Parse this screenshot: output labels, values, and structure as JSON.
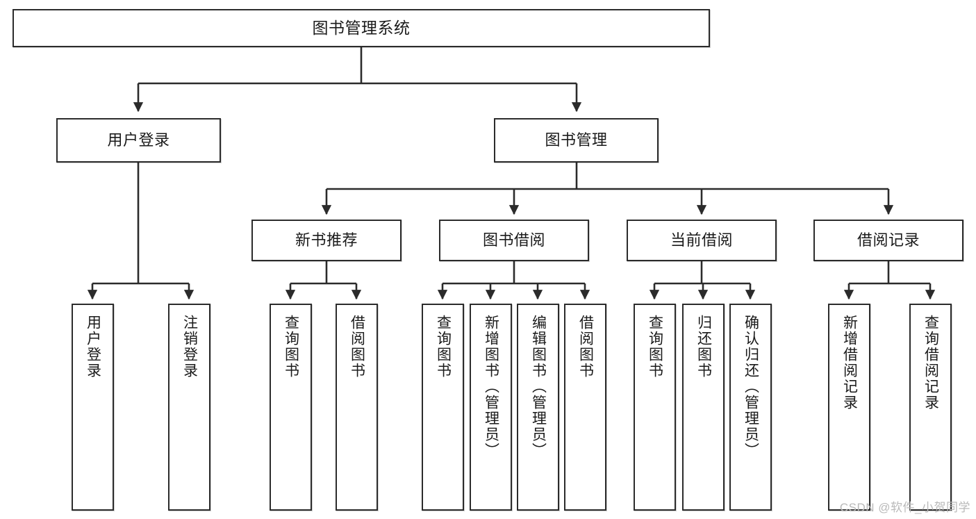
{
  "diagram": {
    "type": "tree-hierarchy",
    "title": "图书管理系统",
    "watermark": "CSDN @软件_小贺同学",
    "colors": {
      "border": "#2b2b2b",
      "background": "#ffffff",
      "text": "#1a1a1a",
      "edge": "#2b2b2b",
      "watermark": "#b9b9b9"
    },
    "levels": {
      "root": {
        "label": "图书管理系统"
      },
      "level2": [
        {
          "label": "用户登录"
        },
        {
          "label": "图书管理"
        }
      ],
      "level3": [
        {
          "label": "新书推荐"
        },
        {
          "label": "图书借阅"
        },
        {
          "label": "当前借阅"
        },
        {
          "label": "借阅记录"
        }
      ],
      "leaves": {
        "user_login": [
          {
            "label": "用户登录"
          },
          {
            "label": "注销登录"
          }
        ],
        "new_book_recommend": [
          {
            "label": "查询图书"
          },
          {
            "label": "借阅图书"
          }
        ],
        "book_borrow": [
          {
            "label": "查询图书"
          },
          {
            "label": "新增图书（管理员）"
          },
          {
            "label": "编辑图书（管理员）"
          },
          {
            "label": "借阅图书"
          }
        ],
        "current_borrow": [
          {
            "label": "查询图书"
          },
          {
            "label": "归还图书"
          },
          {
            "label": "确认归还（管理员）"
          }
        ],
        "borrow_records": [
          {
            "label": "新增借阅记录"
          },
          {
            "label": "查询借阅记录"
          }
        ]
      }
    }
  }
}
